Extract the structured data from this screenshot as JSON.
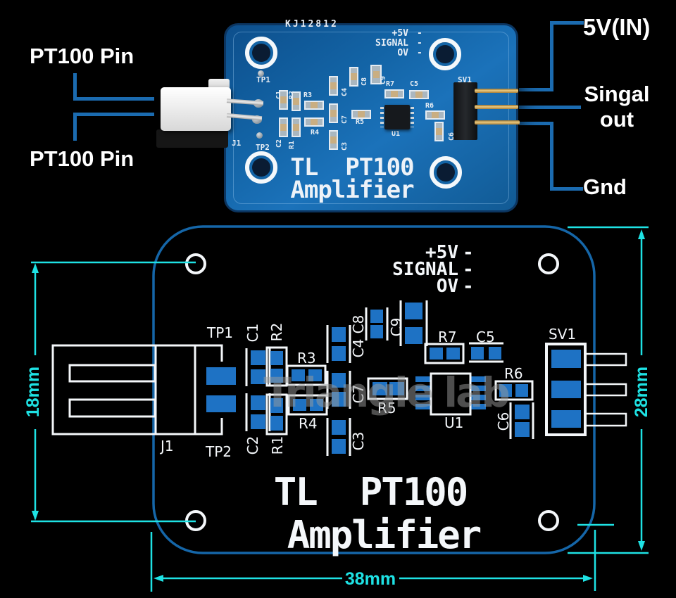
{
  "annotations": {
    "pt100_pin_top": "PT100 Pin",
    "pt100_pin_bottom": "PT100 Pin",
    "five_v_in": "5V(IN)",
    "signal_out_line1": "Singal",
    "signal_out_line2": "out",
    "gnd": "Gnd"
  },
  "silk": {
    "batch_code": "KJ12812",
    "plus5v": "+5V",
    "signal": "SIGNAL",
    "zerov": "OV",
    "dash": "-",
    "title1": "TL  PT100",
    "title2": "Amplifier"
  },
  "refs": {
    "tp1": "TP1",
    "tp2": "TP2",
    "j1": "J1",
    "sv1": "SV1",
    "u1": "U1",
    "c1": "C1",
    "c2": "C2",
    "c3": "C3",
    "c4": "C4",
    "c5": "C5",
    "c6": "C6",
    "c7": "C7",
    "c8": "C8",
    "c9": "C9",
    "r1": "R1",
    "r2": "R2",
    "r3": "R3",
    "r4": "R4",
    "r5": "R5",
    "r6": "R6",
    "r7": "R7"
  },
  "dimensions": {
    "left_height": "18mm",
    "right_height": "28mm",
    "bottom_width": "38mm"
  },
  "watermark": "Triangle lab",
  "colors": {
    "callout_blue": "#1b6bb0",
    "dimension_cyan": "#1ee2e4",
    "pad_blue": "#1e72c4",
    "board_outline_blue": "#1566a8",
    "pcb_blue": "#1364a6",
    "silk_white": "#e9eff6",
    "gold": "#d9b36a"
  }
}
